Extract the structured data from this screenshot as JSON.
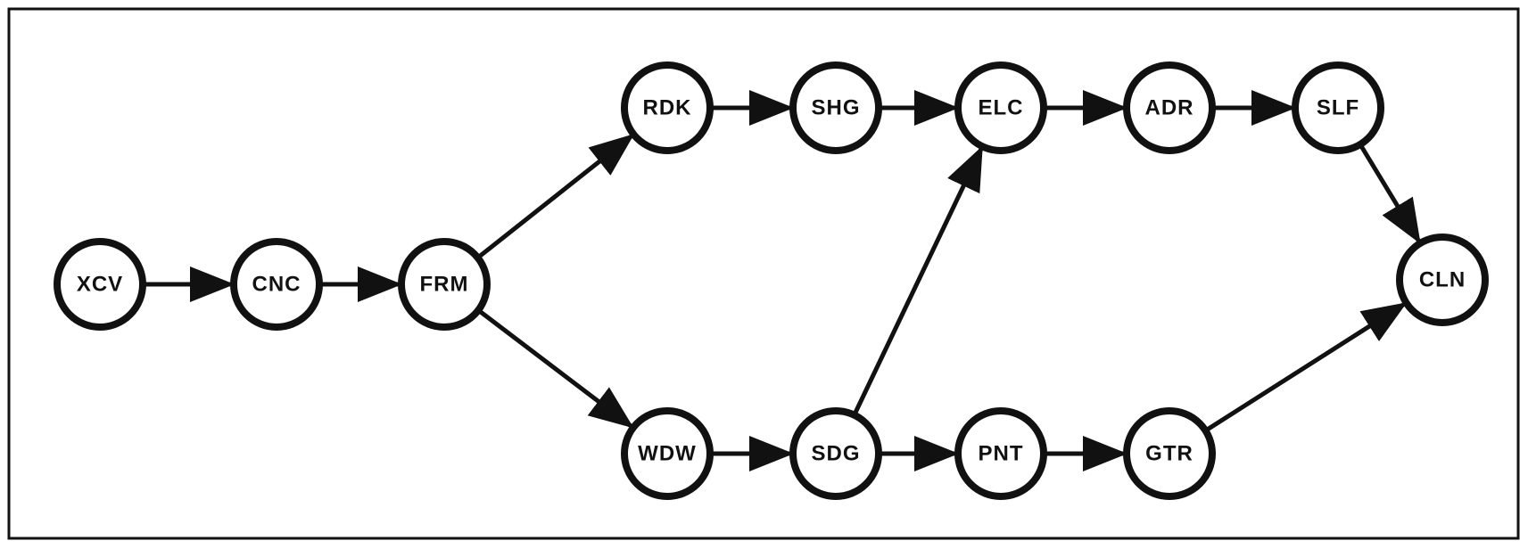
{
  "nodes": [
    {
      "id": "XCV",
      "label": "XCV"
    },
    {
      "id": "CNC",
      "label": "CNC"
    },
    {
      "id": "FRM",
      "label": "FRM"
    },
    {
      "id": "RDK",
      "label": "RDK"
    },
    {
      "id": "SHG",
      "label": "SHG"
    },
    {
      "id": "ELC",
      "label": "ELC"
    },
    {
      "id": "ADR",
      "label": "ADR"
    },
    {
      "id": "SLF",
      "label": "SLF"
    },
    {
      "id": "CLN",
      "label": "CLN"
    },
    {
      "id": "WDW",
      "label": "WDW"
    },
    {
      "id": "SDG",
      "label": "SDG"
    },
    {
      "id": "PNT",
      "label": "PNT"
    },
    {
      "id": "GTR",
      "label": "GTR"
    }
  ],
  "edges": [
    {
      "from": "XCV",
      "to": "CNC"
    },
    {
      "from": "CNC",
      "to": "FRM"
    },
    {
      "from": "FRM",
      "to": "RDK"
    },
    {
      "from": "FRM",
      "to": "WDW"
    },
    {
      "from": "RDK",
      "to": "SHG"
    },
    {
      "from": "SHG",
      "to": "ELC"
    },
    {
      "from": "ELC",
      "to": "ADR"
    },
    {
      "from": "ADR",
      "to": "SLF"
    },
    {
      "from": "SLF",
      "to": "CLN"
    },
    {
      "from": "WDW",
      "to": "SDG"
    },
    {
      "from": "SDG",
      "to": "PNT"
    },
    {
      "from": "SDG",
      "to": "ELC"
    },
    {
      "from": "PNT",
      "to": "GTR"
    },
    {
      "from": "GTR",
      "to": "CLN"
    }
  ]
}
